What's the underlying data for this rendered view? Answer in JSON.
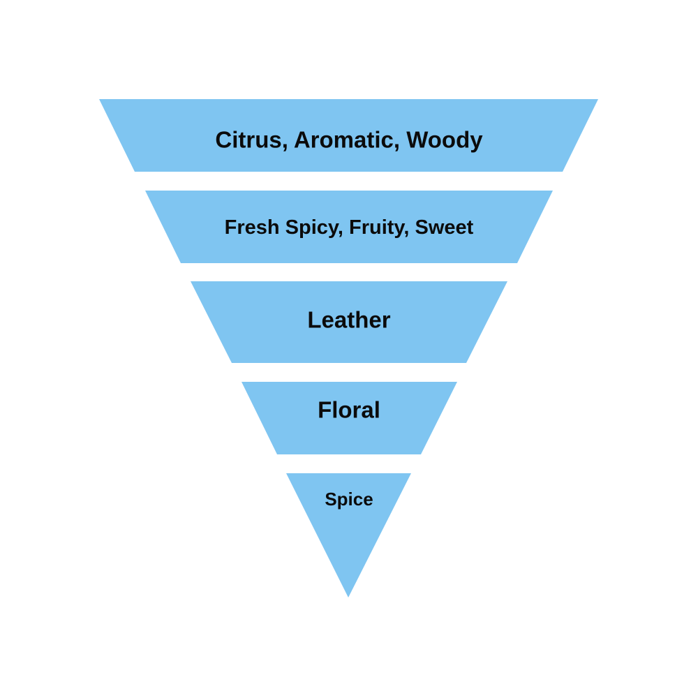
{
  "diagram": {
    "type": "inverted-funnel",
    "fill_color": "#7fc5f1",
    "text_color": "#0b0b0b",
    "tiers": [
      {
        "label": "Citrus, Aromatic, Woody"
      },
      {
        "label": "Fresh Spicy, Fruity, Sweet"
      },
      {
        "label": "Leather"
      },
      {
        "label": "Floral"
      },
      {
        "label": "Spice"
      }
    ]
  }
}
